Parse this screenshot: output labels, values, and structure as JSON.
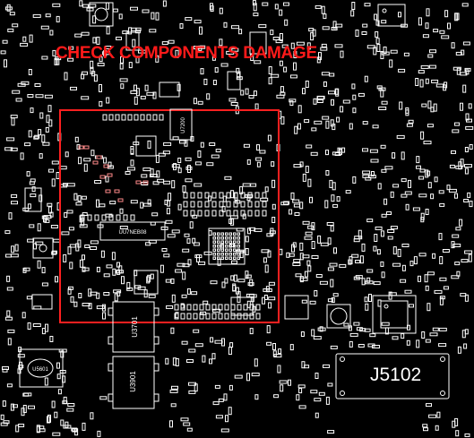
{
  "annotation": {
    "text": "CHECK COMPONENTS DAMAGE",
    "color": "#ff1a1a"
  },
  "labels": {
    "connector": "J5102",
    "ic_left": "U3701",
    "ic_lower": "U3901",
    "header_chip": "U7200",
    "bottom_left_chip": "U5601",
    "part_string": "UU7NEB08"
  },
  "colors": {
    "background": "#000000",
    "outline": "#ffffff",
    "highlight_box": "#ff2020",
    "accent_pads": "#ff8a8a"
  }
}
